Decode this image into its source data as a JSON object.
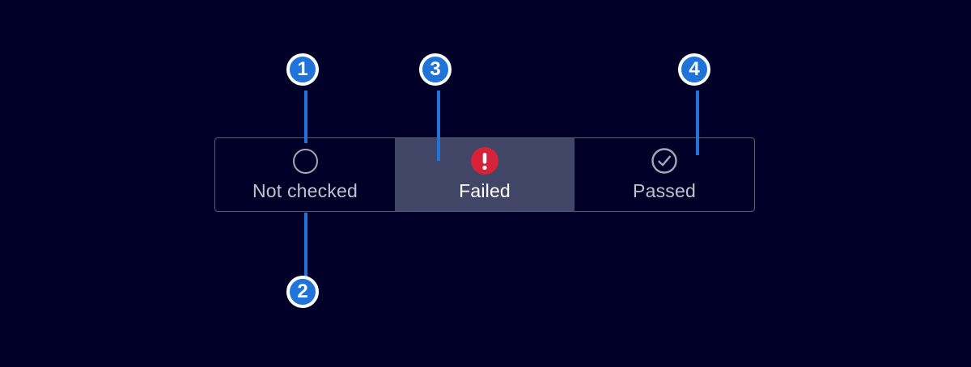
{
  "control": {
    "description": "check state segmented indicator",
    "options": [
      {
        "label": "Not checked",
        "icon": "circle-outline-icon",
        "selected": false
      },
      {
        "label": "Failed",
        "icon": "alert-filled-icon",
        "selected": true
      },
      {
        "label": "Passed",
        "icon": "check-circle-icon",
        "selected": false
      }
    ]
  },
  "annotations": {
    "badges": [
      {
        "number": "1",
        "points_to": "not-checked icon"
      },
      {
        "number": "2",
        "points_to": "not-checked label"
      },
      {
        "number": "3",
        "points_to": "failed selected segment"
      },
      {
        "number": "4",
        "points_to": "passed segment"
      }
    ]
  },
  "colors": {
    "page_background": "#000028",
    "badge_blue": "#1f73d9",
    "alert_red": "#d72339",
    "selected_segment_background": "#414566",
    "control_border": "#5b5b73",
    "label_text": "#c2c2cc",
    "selected_label_text": "#ffffff",
    "icon_gray": "#a6a6b4"
  }
}
